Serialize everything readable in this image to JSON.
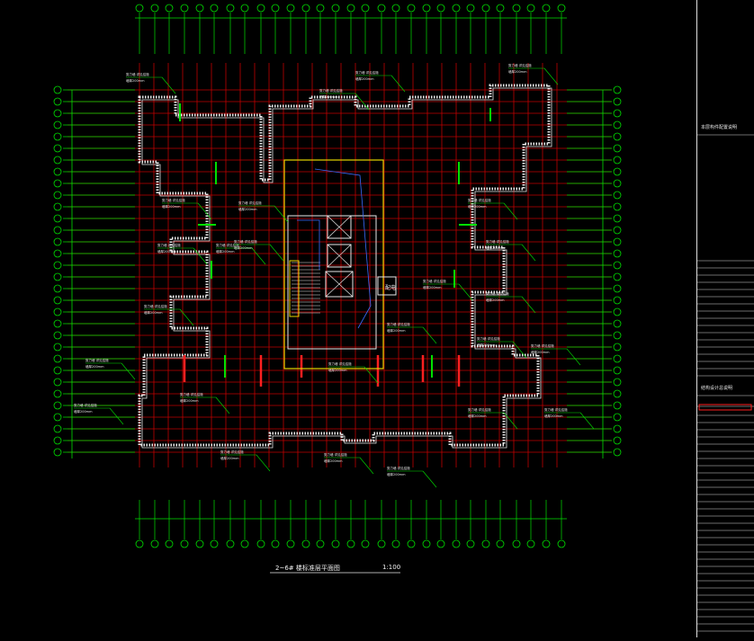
{
  "drawing": {
    "title": "2~6# 楼标准层平面图",
    "scale": "1:100",
    "room_labels": [
      "配电"
    ],
    "note_lines": [
      "剪力墙 详见结施",
      "墙厚200mm"
    ]
  },
  "side_panel": {
    "legend_title": "本层构件配置说明",
    "notes_title": "结构设计总说明"
  },
  "colors": {
    "background": "#000000",
    "grid_red": "#c00000",
    "axis_green": "#00e000",
    "wall_white": "#e8e8e8",
    "core_yellow": "#e6d600",
    "stair_blue": "#3a6cff",
    "highlight_red": "#ff2020"
  },
  "icons": [
    "axis-bubble-icon",
    "stair-icon",
    "elevator-cross-icon"
  ]
}
